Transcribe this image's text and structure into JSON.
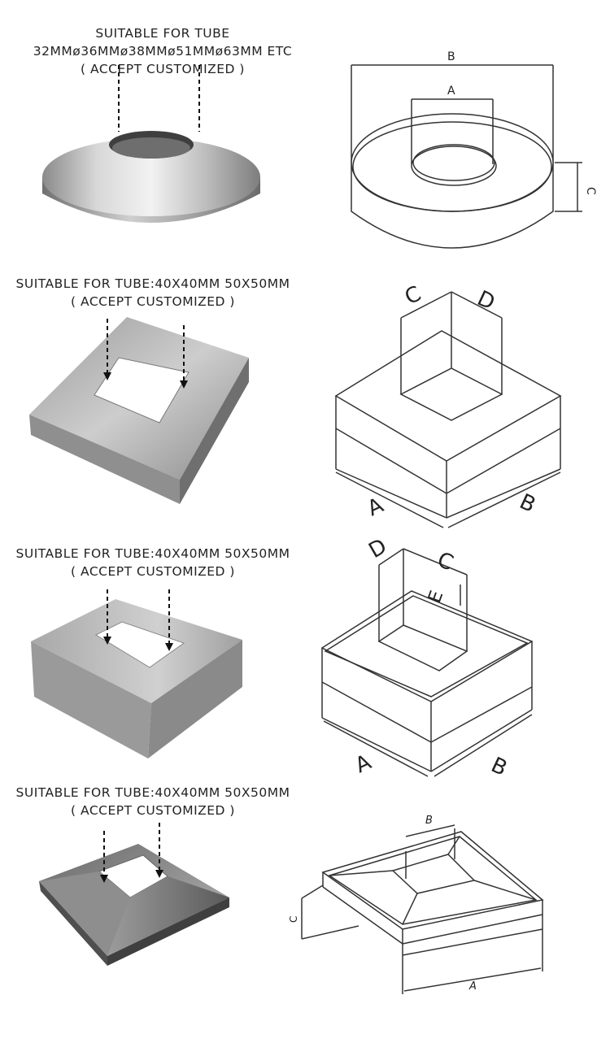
{
  "sections": [
    {
      "caption": [
        "SUITABLE FOR TUBE",
        "32MMø36MMø38MMø51MMø63MM ETC",
        "( ACCEPT CUSTOMIZED )"
      ],
      "dim_labels": {
        "outer": "B",
        "inner": "A",
        "height": "C"
      }
    },
    {
      "caption": [
        "SUITABLE FOR TUBE:40X40MM 50X50MM",
        "( ACCEPT CUSTOMIZED )"
      ],
      "dim_labels": {
        "left_top": "C",
        "right_top": "D",
        "left_base": "A",
        "right_base": "B"
      }
    },
    {
      "caption": [
        "SUITABLE FOR TUBE:40X40MM 50X50MM",
        "( ACCEPT CUSTOMIZED )"
      ],
      "dim_labels": {
        "left_top": "D",
        "right_top": "C",
        "depth": "E",
        "left_base": "A",
        "right_base": "B"
      }
    },
    {
      "caption": [
        "SUITABLE FOR TUBE:40X40MM 50X50MM",
        "( ACCEPT CUSTOMIZED )"
      ],
      "dim_labels": {
        "top": "B",
        "height": "C",
        "base": "A"
      }
    }
  ]
}
